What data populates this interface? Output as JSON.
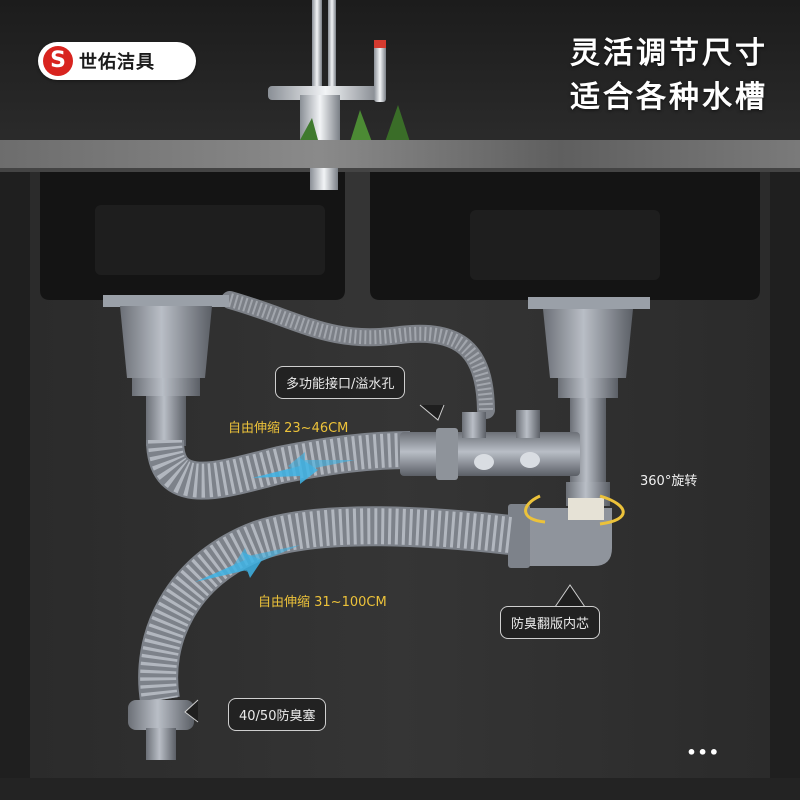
{
  "brand": {
    "logo_letter": "S",
    "name": "世佑洁具"
  },
  "headline": {
    "line1": "灵活调节尺寸",
    "line2": "适合各种水槽"
  },
  "labels": {
    "overflow": "多功能接口/溢水孔",
    "stretch_short": "自由伸缩 23~46CM",
    "rotate": "360°旋转",
    "stretch_long": "自由伸缩 31~100CM",
    "core": "防臭翻版内芯",
    "plug": "40/50防臭塞"
  },
  "more": "•••",
  "colors": {
    "accent": "#ecc23a",
    "brand_red": "#d8241f",
    "arrow_blue": "#3fb4e6"
  }
}
